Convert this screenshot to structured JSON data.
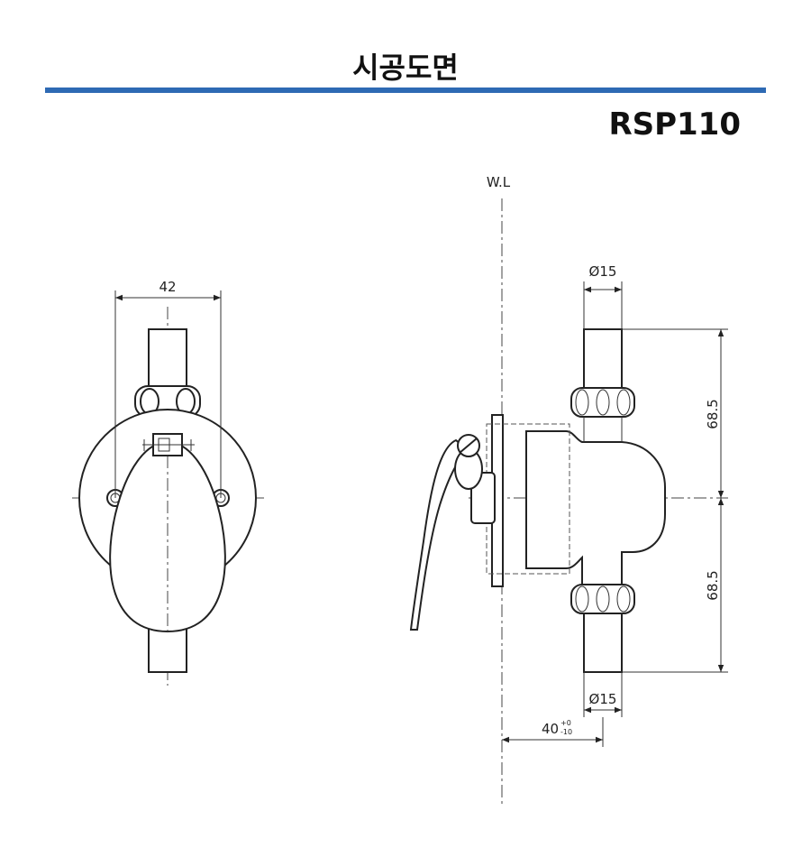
{
  "header": {
    "title": "시공도면",
    "model": "RSP110",
    "rule_color": "#2e6ab4"
  },
  "drawing": {
    "water_line": "W.L",
    "dim_front_width": "42",
    "dim_pipe_top_dia": "Ø15",
    "dim_pipe_bottom_dia": "Ø15",
    "dim_upper_height": "68.5",
    "dim_lower_height": "68.5",
    "dim_depth": "40",
    "dim_depth_tol_upper": "+0",
    "dim_depth_tol_lower": "-10"
  }
}
